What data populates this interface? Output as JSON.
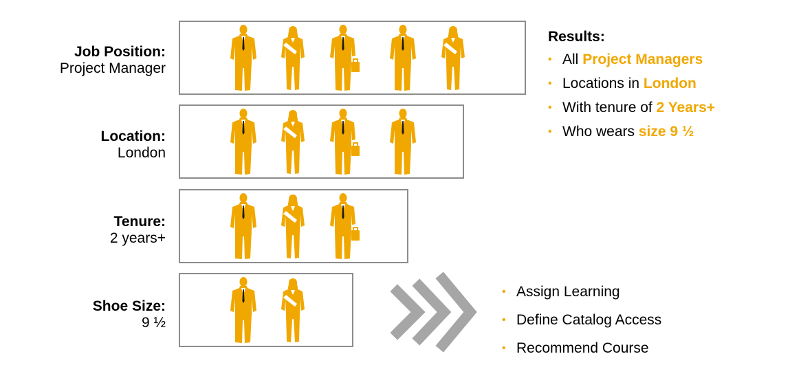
{
  "filters": [
    {
      "label": "Job Position:",
      "value": "Project Manager"
    },
    {
      "label": "Location:",
      "value": "London"
    },
    {
      "label": "Tenure:",
      "value": "2 years+"
    },
    {
      "label": "Shoe Size:",
      "value": "9 ½"
    }
  ],
  "results": {
    "title": "Results:",
    "items": [
      {
        "prefix": "All ",
        "highlight": "Project Managers"
      },
      {
        "prefix": "Locations in ",
        "highlight": "London"
      },
      {
        "prefix": "With tenure of ",
        "highlight": "2 Years+"
      },
      {
        "prefix": "Who wears ",
        "highlight": "size 9 ½"
      }
    ]
  },
  "actions": [
    "Assign Learning",
    "Define Catalog Access",
    "Recommend Course"
  ],
  "icons": {
    "bullet": "•",
    "man": "businessman-silhouette-icon",
    "woman": "businesswoman-silhouette-icon",
    "briefcase": "businessman-with-briefcase-icon",
    "arrows": "triple-chevron-right-icon"
  },
  "colors": {
    "accent": "#f0a800",
    "box_border": "#8c8c8c",
    "chevron": "#a6a6a6"
  }
}
